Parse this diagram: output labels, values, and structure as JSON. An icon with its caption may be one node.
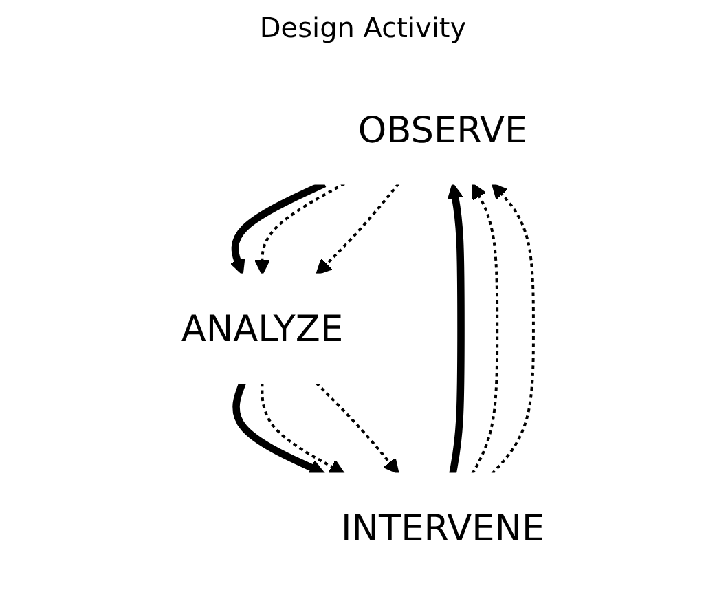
{
  "diagram": {
    "nodes": [
      {
        "text": [
          "OBSERVE"
        ]
      },
      {
        "text": [
          "ANALYZE"
        ]
      },
      {
        "text": [
          "INTERVENE"
        ]
      }
    ],
    "edges": [
      {
        "from": 0,
        "to": 1,
        "arrow": "to",
        "style": "thick"
      },
      {
        "from": 0,
        "to": 1,
        "arrow": "to",
        "style": "dashed"
      },
      {
        "from": 0,
        "to": 1,
        "arrow": "to",
        "style": "dashed"
      },
      {
        "from": 1,
        "to": 2,
        "arrow": "to",
        "style": "thick"
      },
      {
        "from": 1,
        "to": 2,
        "arrow": "to",
        "style": "dashed"
      },
      {
        "from": 1,
        "to": 2,
        "arrow": "to",
        "style": "dashed"
      },
      {
        "from": 2,
        "to": 0,
        "arrow": "to",
        "style": "thick"
      },
      {
        "from": 2,
        "to": 0,
        "arrow": "to",
        "style": "dashed"
      },
      {
        "from": 2,
        "to": 0,
        "arrow": "to",
        "style": "dashed"
      }
    ],
    "labels": [
      "Design Activity"
    ]
  }
}
